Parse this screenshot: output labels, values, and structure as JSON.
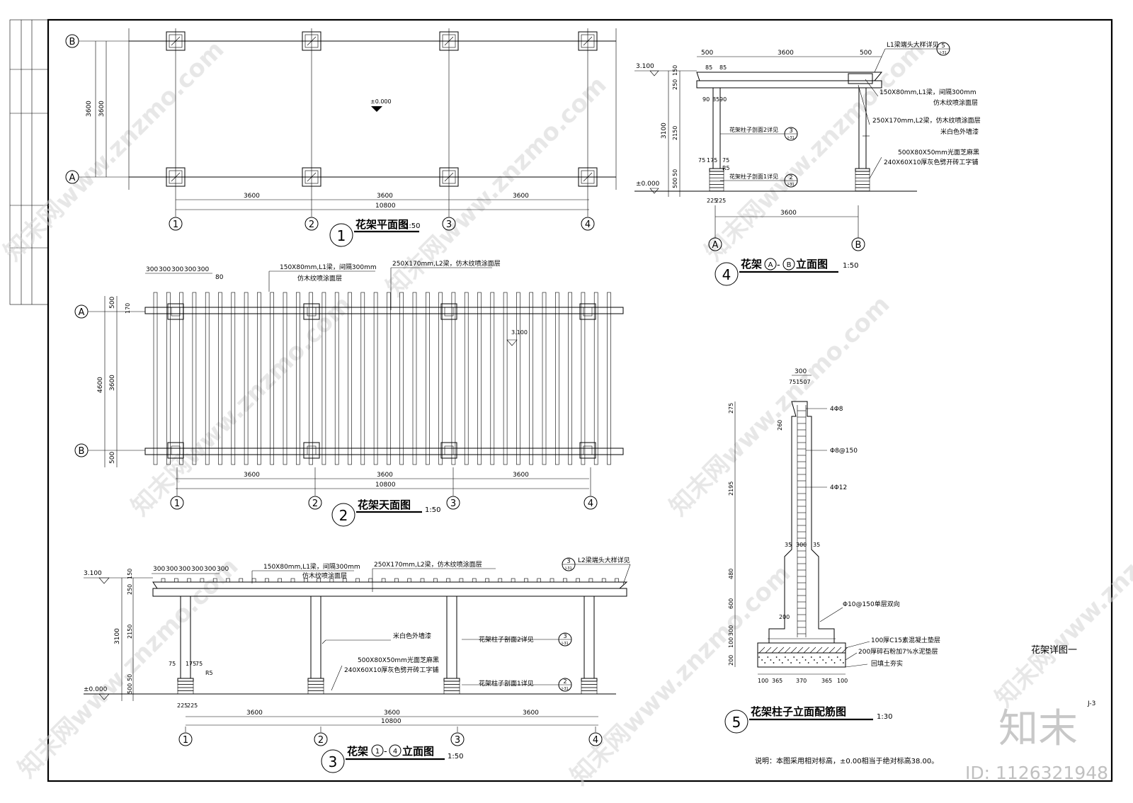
{
  "sheet_title": "花架详图一",
  "sheet_no": "J-3",
  "note": "说明：本图采用相对标高，±0.00相当于绝对标高38.00。",
  "brand": {
    "logo": "知末",
    "id": "ID: 1126321948",
    "watermark": "知末网www.znzmo.com"
  },
  "views": {
    "plan": {
      "no": "1",
      "title": "花架平面图",
      "scale": "1:50"
    },
    "top": {
      "no": "2",
      "title": "花架天面图",
      "scale": "1:50"
    },
    "elev14": {
      "no": "3",
      "title_a": "花架",
      "title_mid": "-",
      "title_b": "立面图",
      "ax1": "1",
      "ax2": "4",
      "scale": "1:50"
    },
    "elevAB": {
      "no": "4",
      "title_a": "花架",
      "title_mid": "-",
      "title_b": "立面图",
      "ax1": "A",
      "ax2": "B",
      "scale": "1:50"
    },
    "column": {
      "no": "5",
      "title": "花架柱子立面配筋图",
      "scale": "1:30"
    }
  },
  "axes": {
    "num": [
      "1",
      "2",
      "3",
      "4"
    ],
    "let": [
      "A",
      "B"
    ]
  },
  "dims": {
    "d3600": "3600",
    "d10800": "10800",
    "d4600": "4600",
    "d500": "500",
    "d170": "170",
    "d300": "300",
    "d80": "80",
    "d150": "150",
    "d250": "250",
    "d2150": "2150",
    "d3100": "3100",
    "d50": "50",
    "d75": "75",
    "d175": "175",
    "d225": "225",
    "d85": "85",
    "d90": "90",
    "d275": "275",
    "d260": "260",
    "d2195": "2195",
    "d480": "480",
    "d600": "600",
    "d200": "200",
    "d100": "100",
    "d365": "365",
    "d370": "370",
    "d35": "35",
    "d5075": "751507",
    "r5": "R5"
  },
  "levels": {
    "top": "3.100",
    "zero": "±0.000"
  },
  "labels": {
    "l1": "150X80mm,L1梁，间隔300mm",
    "l1b": "仿木纹喷涂面层",
    "l2": "250X170mm,L2梁，仿木纹喷涂面层",
    "l2a": "250X170mm,L2梁，仿木纹喷涂面层",
    "paint": "米白色外墙漆",
    "granite": "500X80X50mm光面芝麻黑",
    "brick": "240X60X10厚灰色劈开砖工字铺",
    "col2": "花架柱子剖面2详见",
    "col1": "花架柱子剖面1详见",
    "l1end": "L1梁端头大样详见",
    "l2end": "L2梁端头大样详见",
    "ref5": "5",
    "ref3": "3",
    "ref2": "2",
    "refsheet": "J-31",
    "r4phi8": "4Φ8",
    "stir": "Φ8@150",
    "r4phi12": "4Φ12",
    "mesh": "Φ10@150单层双向",
    "c15": "100厚C15素混凝土垫层",
    "gravel": "200厚碎石粉加7%水泥垫层",
    "backfill": "回填土夯实"
  }
}
